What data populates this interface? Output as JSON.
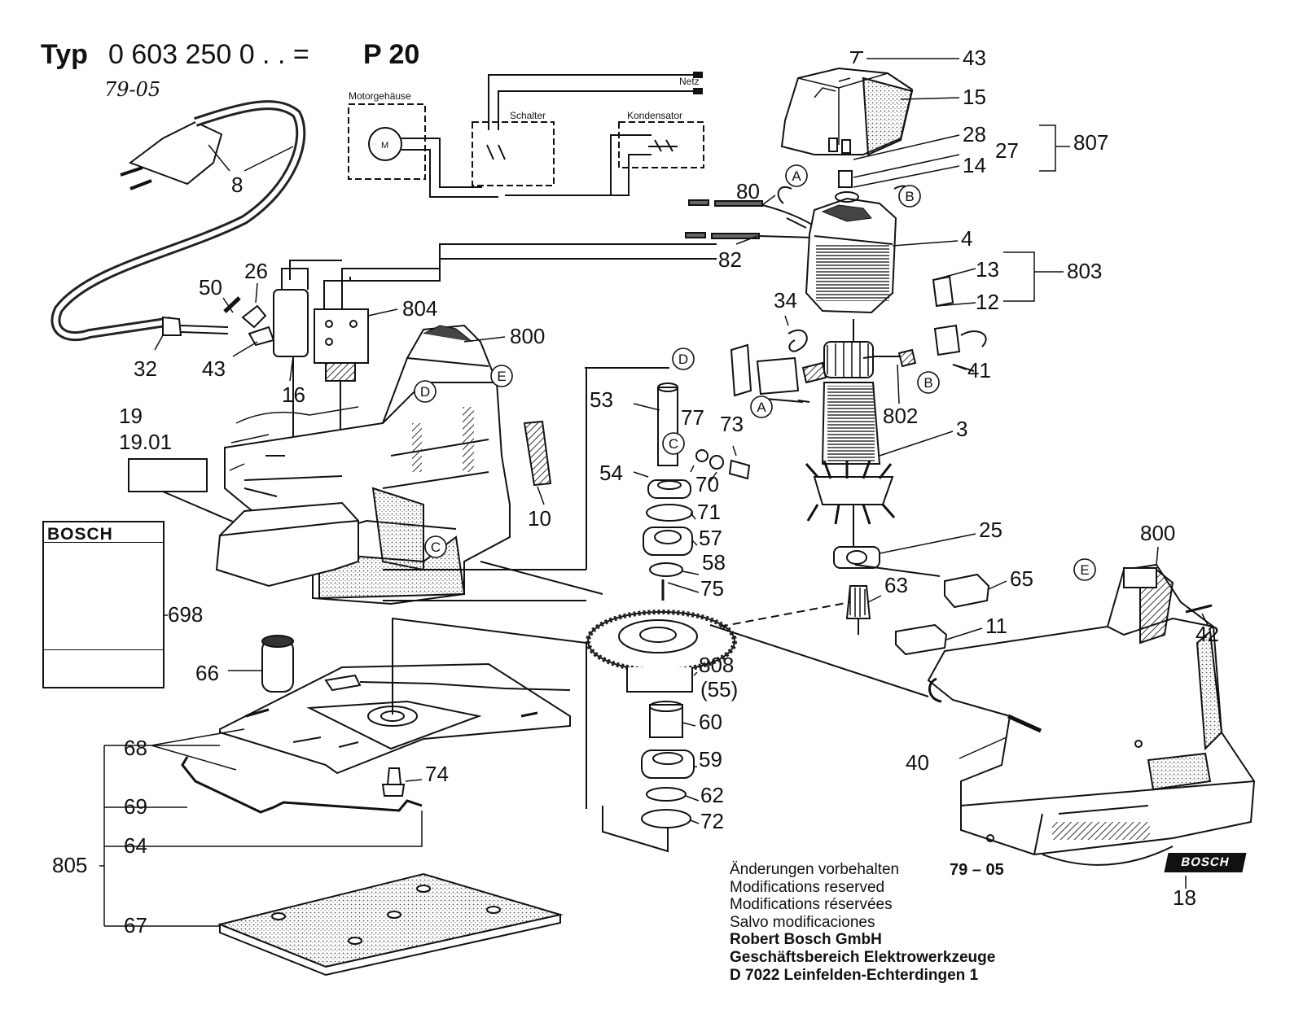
{
  "header": {
    "typ_label": "Typ",
    "typ_number": "0 603 250 0 . . =",
    "model": "P 20",
    "handwritten_date": "79-05"
  },
  "wiring": {
    "motor_housing": "Motorgehäuse",
    "motor_symbol": "M",
    "switch": "Schalter",
    "capacitor": "Kondensator",
    "mains": "Netz"
  },
  "callouts": {
    "c43_top": "43",
    "c15": "15",
    "c28": "28",
    "c27": "27",
    "c807": "807",
    "c14": "14",
    "c80": "80",
    "c82": "82",
    "c4": "4",
    "c13": "13",
    "c803": "803",
    "c12": "12",
    "c34": "34",
    "c41": "41",
    "c802": "802",
    "c3": "3",
    "c25": "25",
    "c65": "65",
    "c63": "63",
    "c11": "11",
    "c800_right": "800",
    "c42": "42",
    "c40": "40",
    "c18": "18",
    "c8": "8",
    "c26": "26",
    "c50": "50",
    "c804": "804",
    "c800": "800",
    "c32": "32",
    "c43_left": "43",
    "c16": "16",
    "c19": "19",
    "c1901": "19.01",
    "c10": "10",
    "c53": "53",
    "c54": "54",
    "c77": "77",
    "c73": "73",
    "c70": "70",
    "c71": "71",
    "c57": "57",
    "c58": "58",
    "c75": "75",
    "c808": "808",
    "c55": "(55)",
    "c60": "60",
    "c59": "59",
    "c62": "62",
    "c72": "72",
    "c698": "698",
    "c66": "66",
    "c68": "68",
    "c74": "74",
    "c69": "69",
    "c64": "64",
    "c805": "805",
    "c67": "67"
  },
  "circle_labels": {
    "a_top": "A",
    "b_top": "B",
    "d_right": "D",
    "a_mid": "A",
    "b_mid": "B",
    "c_mid": "C",
    "d_housing": "D",
    "e_housing": "E",
    "c_housing": "C",
    "e_right": "E"
  },
  "manual_brand": "BOSCH",
  "logo_text": "BOSCH",
  "date_code": "79 – 05",
  "notes": {
    "line1": "Änderungen vorbehalten",
    "line2": "Modifications reserved",
    "line3": "Modifications réservées",
    "line4": "Salvo modificaciones",
    "line5": "Robert Bosch GmbH",
    "line6": "Geschäftsbereich Elektrowerkzeuge",
    "line7": "D 7022 Leinfelden-Echterdingen 1"
  },
  "colors": {
    "ink": "#111111",
    "paper": "#ffffff",
    "shade": "#444444"
  }
}
